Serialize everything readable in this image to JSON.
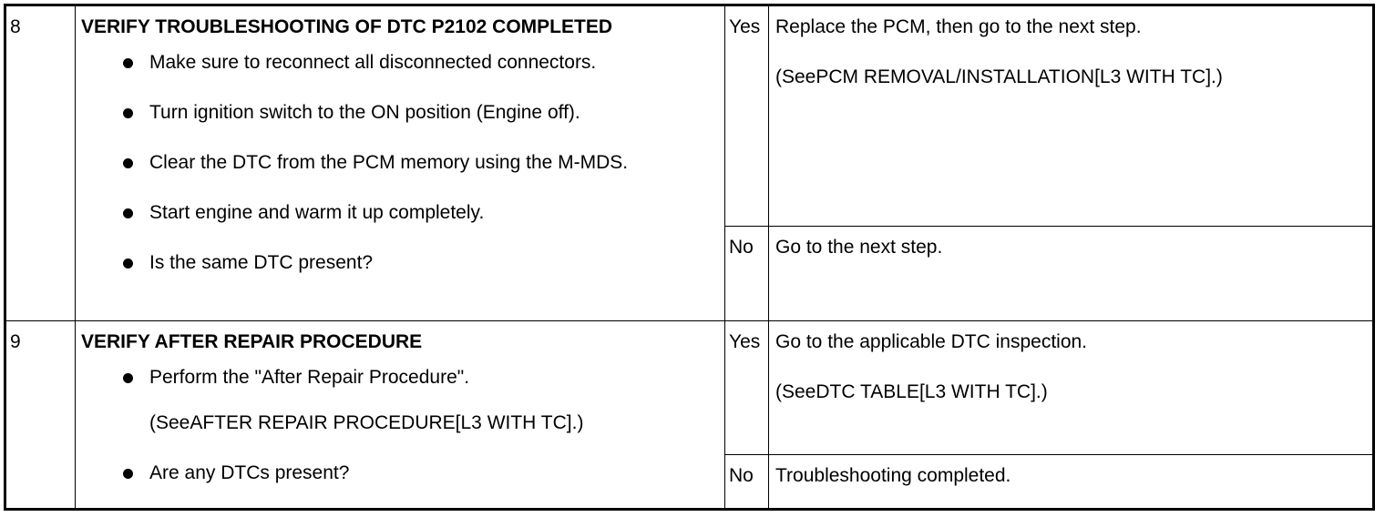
{
  "steps": [
    {
      "number": "8",
      "title": "VERIFY TROUBLESHOOTING OF DTC P2102 COMPLETED",
      "bullets": [
        "Make sure to reconnect all disconnected connectors.",
        "Turn ignition switch to the ON position (Engine off).",
        "Clear the DTC from the PCM memory using the M-MDS.",
        "Start engine and warm it up completely.",
        "Is the same DTC present?"
      ],
      "yes_label": "Yes",
      "yes_action": "Replace the PCM, then go to the next step.",
      "yes_ref": "(SeePCM REMOVAL/INSTALLATION[L3 WITH TC].)",
      "no_label": "No",
      "no_action": "Go to the next step."
    },
    {
      "number": "9",
      "title": "VERIFY AFTER REPAIR PROCEDURE",
      "bullet_1": "Perform the \"After Repair Procedure\".",
      "bullet_1_ref": "(SeeAFTER REPAIR PROCEDURE[L3 WITH TC].)",
      "bullet_2": "Are any DTCs present?",
      "yes_label": "Yes",
      "yes_action": "Go to the applicable DTC inspection.",
      "yes_ref": "(SeeDTC TABLE[L3 WITH TC].)",
      "no_label": "No",
      "no_action": "Troubleshooting completed."
    }
  ]
}
